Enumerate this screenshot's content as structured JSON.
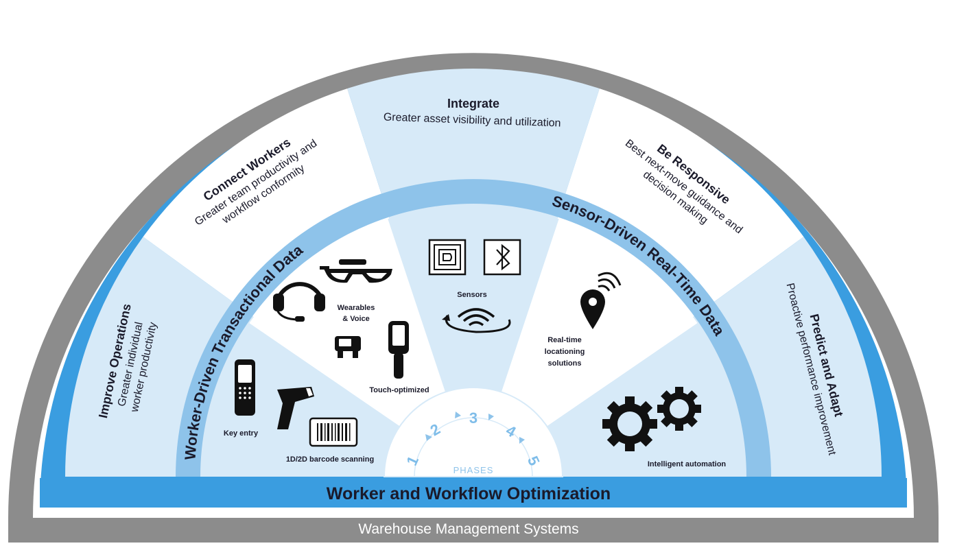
{
  "labels": {
    "automation": "Automation",
    "wms": "Warehouse Management Systems",
    "wwo": "Worker and Workflow Optimization",
    "arc_worker": "Worker-Driven Transactional Data",
    "arc_sensor": "Sensor-Driven Real-Time Data",
    "phases": "PHASES"
  },
  "sectors": [
    {
      "title": "Improve Operations",
      "lines": [
        "Greater individual",
        "worker productivity"
      ]
    },
    {
      "title": "Connect Workers",
      "lines": [
        "Greater team productivity and",
        "workflow conformity"
      ]
    },
    {
      "title": "Integrate",
      "lines": [
        "Greater asset visibility and utilization"
      ]
    },
    {
      "title": "Be Responsive",
      "lines": [
        "Best next-move guidance and",
        "decision making"
      ]
    },
    {
      "title": "Predict and Adapt",
      "lines": [
        "Proactive performance improvement"
      ]
    }
  ],
  "phase_numbers": [
    "1",
    "2",
    "3",
    "4",
    "5"
  ],
  "items": {
    "key_entry": "Key entry",
    "barcode": "1D/2D barcode scanning",
    "wearables_1": "Wearables",
    "wearables_2": "& Voice",
    "touch": "Touch-optimized",
    "sensors": "Sensors",
    "rtls_1": "Real-time",
    "rtls_2": "locationing",
    "rtls_3": "solutions",
    "intelligent": "Intelligent automation"
  },
  "colors": {
    "grey_band": "#8c8c8c",
    "blue_band": "#3a9de0",
    "arc_band": "#8ec3ea",
    "sector_light": "#d7eaf8",
    "sector_white": "#ffffff",
    "dark_text": "#1a1a2a",
    "phase_number": "#7fbde9"
  }
}
